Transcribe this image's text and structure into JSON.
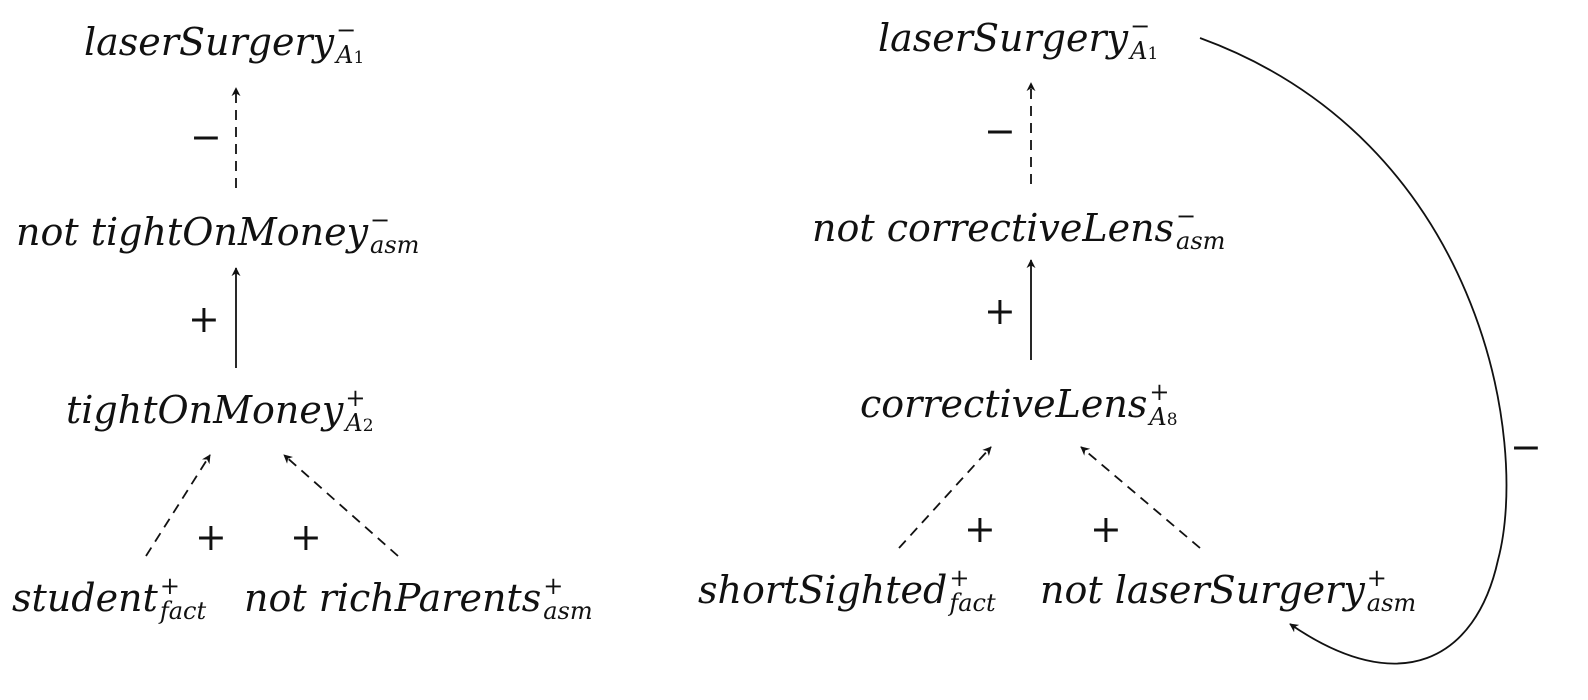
{
  "left_tree": {
    "top": {
      "base": "laserSurgery",
      "sup": "−",
      "sub": "A",
      "sub_index": "1"
    },
    "middle": {
      "base": "not tightOnMoney",
      "sup": "−",
      "sub": "asm"
    },
    "bottom": {
      "base": "tightOnMoney",
      "sup": "+",
      "sub": "A",
      "sub_index": "2"
    },
    "leaf_left": {
      "base": "student",
      "sup": "+",
      "sub": "fact"
    },
    "leaf_right": {
      "base": "not richParents",
      "sup": "+",
      "sub": "asm"
    },
    "edge_labels": {
      "top": "−",
      "middle": "+",
      "leaf_left": "+",
      "leaf_right": "+"
    }
  },
  "right_tree": {
    "top": {
      "base": "laserSurgery",
      "sup": "−",
      "sub": "A",
      "sub_index": "1"
    },
    "middle": {
      "base": "not correctiveLens",
      "sup": "−",
      "sub": "asm"
    },
    "bottom": {
      "base": "correctiveLens",
      "sup": "+",
      "sub": "A",
      "sub_index": "8"
    },
    "leaf_left": {
      "base": "shortSighted",
      "sup": "+",
      "sub": "fact"
    },
    "leaf_right": {
      "base": "not laserSurgery",
      "sup": "+",
      "sub": "asm"
    },
    "edge_labels": {
      "top": "−",
      "middle": "+",
      "leaf_left": "+",
      "leaf_right": "+",
      "loop": "−"
    }
  }
}
